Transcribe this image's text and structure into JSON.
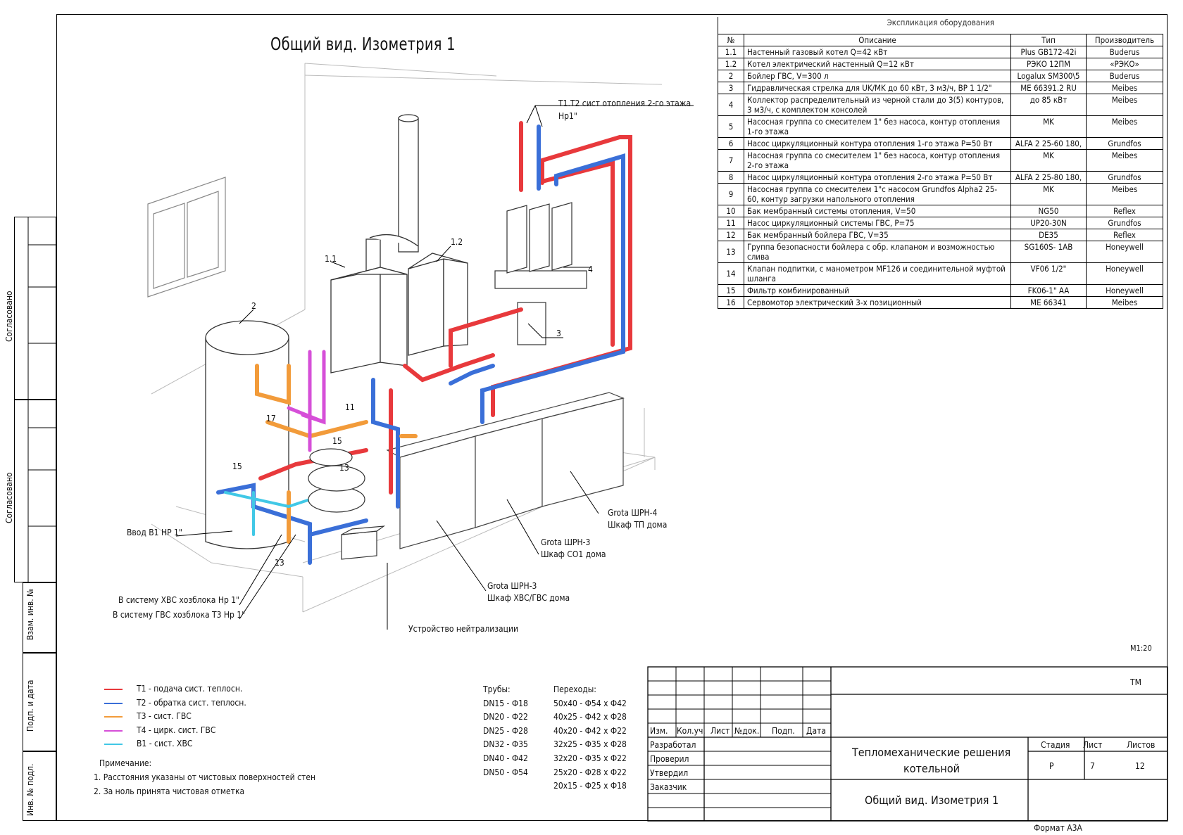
{
  "drawing": {
    "title": "Общий вид. Изометрия 1"
  },
  "equipment_table": {
    "caption": "Экспликация оборудования",
    "headers": {
      "num": "№",
      "description": "Описание",
      "type": "Тип",
      "manufacturer": "Производитель"
    },
    "rows": [
      {
        "num": "1.1",
        "desc": "Настенный газовый котел Q=42 кВт",
        "type": "Plus GB172-42i",
        "mfr": "Buderus"
      },
      {
        "num": "1.2",
        "desc": "Котел электрический настенный Q=12 кВт",
        "type": "РЭКО 12ПМ",
        "mfr": "«РЭКО»"
      },
      {
        "num": "2",
        "desc": "Бойлер ГВС, V=300 л",
        "type": "Logalux SM300\\5",
        "mfr": "Buderus"
      },
      {
        "num": "3",
        "desc": "Гидравлическая стрелка для UK/MK до 60 кВт, 3 м3/ч, ВР 1 1/2\"",
        "type": "ME 66391.2 RU",
        "mfr": "Meibes"
      },
      {
        "num": "4",
        "desc": "Коллектор распределительный из черной стали до 3(5) контуров, 3 м3/ч, с комплектом консолей",
        "type": "до 85 кВт",
        "mfr": "Meibes"
      },
      {
        "num": "5",
        "desc": "Насосная группа со смесителем 1\" без насоса, контур отопления 1-го этажа",
        "type": "MK",
        "mfr": "Meibes"
      },
      {
        "num": "6",
        "desc": "Насос циркуляционный контура отопления  1-го этажа  P=50 Вт",
        "type": "ALFA 2  25-60 180,",
        "mfr": "Grundfos"
      },
      {
        "num": "7",
        "desc": "Насосная группа со смесителем 1\" без насоса, контур отопления 2-го этажа",
        "type": "MK",
        "mfr": "Meibes"
      },
      {
        "num": "8",
        "desc": "Насос циркуляционный контура отопления  2-го этажа  P=50 Вт",
        "type": "ALFA 2 25-80 180,",
        "mfr": "Grundfos"
      },
      {
        "num": "9",
        "desc": "Насосная группа со смесителем 1\"с насосом Grundfos Alpha2 25-60, контур загрузки напольного отопления",
        "type": "MK",
        "mfr": "Meibes"
      },
      {
        "num": "10",
        "desc": "Бак мембранный системы отопления, V=50",
        "type": "NG50",
        "mfr": "Reflex"
      },
      {
        "num": "11",
        "desc": "Насос циркуляционный системы ГВС, P=75",
        "type": "UP20-30N",
        "mfr": "Grundfos"
      },
      {
        "num": "12",
        "desc": "Бак мембранный бойлера ГВС, V=35",
        "type": "DE35",
        "mfr": "Reflex"
      },
      {
        "num": "13",
        "desc": "Группа безопасности бойлера с обр. клапаном и возможностью слива",
        "type": "SG160S- 1AB",
        "mfr": "Honeywell"
      },
      {
        "num": "14",
        "desc": "Клапан подпитки, с манометром MF126 и соединительной муфтой шланга",
        "type": "VF06 1/2\"",
        "mfr": "Honeywell"
      },
      {
        "num": "15",
        "desc": "Фильтр комбинированный",
        "type": "FK06-1\" AA",
        "mfr": "Honeywell"
      },
      {
        "num": "16",
        "desc": "Сервомотор электрический 3-х позиционный",
        "type": "ME 66341",
        "mfr": "Meibes"
      }
    ]
  },
  "callouts": {
    "t1t2": "Т1.Т2 сист отопления 2-го этажа",
    "t1t2_size": "Нр1\"",
    "c11": "1.1",
    "c12": "1.2",
    "c2": "2",
    "c3": "3",
    "c4": "4",
    "c11b": "11",
    "c15": "15",
    "c15b": "15",
    "c17": "17",
    "c13": "13",
    "c13b": "13",
    "input_b1": "Ввод В1 НР 1\"",
    "hvs": "В систему ХВС хозблока Нр 1\"",
    "gvs": "В систему ГВС хозблока Т3 Нр 1\"",
    "neutral": "Устройство нейтрализации",
    "shrn4_a": "Grota ШРН-4",
    "shrn4_b": "Шкаф ТП дома",
    "shrn3a_a": "Grota ШРН-3",
    "shrn3a_b": "Шкаф СО1 дома",
    "shrn3b_a": "Grota ШРН-3",
    "shrn3b_b": "Шкаф ХВС/ГВС дома"
  },
  "legend": [
    {
      "color": "#e8393c",
      "text": "Т1 - подача сист. теплосн."
    },
    {
      "color": "#3a6fd8",
      "text": "Т2 - обратка сист. теплосн."
    },
    {
      "color": "#f29b3a",
      "text": "Т3 - сист. ГВС"
    },
    {
      "color": "#d64fd8",
      "text": "Т4 - цирк. сист. ГВС"
    },
    {
      "color": "#41c8e6",
      "text": "В1 - сист. ХВС"
    }
  ],
  "notes": {
    "header": "Примечание:",
    "items": [
      "1. Расстояния указаны от чистовых поверхностей стен",
      "2. За ноль принята чистовая отметка"
    ]
  },
  "pipes": {
    "header": "Трубы:",
    "items": [
      "DN15 - Ф18",
      "DN20 - Ф22",
      "DN25 - Ф28",
      "DN32 - Ф35",
      "DN40 - Ф42",
      "DN50 - Ф54"
    ]
  },
  "transitions": {
    "header": "Переходы:",
    "items": [
      "50х40 - Ф54 х Ф42",
      "40х25 - Ф42 х Ф28",
      "40х20 - Ф42 х Ф22",
      "32х25 - Ф35 х Ф28",
      "32х20 - Ф35 х Ф22",
      "25х20 - Ф28 х Ф22",
      "20х15 - Ф25 х Ф18"
    ]
  },
  "scale": "М1:20",
  "sidebar": {
    "agreed1": "Согласовано",
    "agreed2": "Согласовано",
    "inv_replace": "Взам. инв. №",
    "sign_date": "Подп. и дата",
    "inv_orig": "Инв. № подл."
  },
  "title_block": {
    "code": "ТМ",
    "col_headers": [
      "Изм.",
      "Кол.уч.",
      "Лист",
      "№док.",
      "Подп.",
      "Дата"
    ],
    "roles": [
      "Разработал",
      "Проверил",
      "Утвердил",
      "Заказчик"
    ],
    "project_title_1": "Тепломеханические решения",
    "project_title_2": "котельной",
    "stage_label": "Стадия",
    "sheet_label": "Лист",
    "sheets_label": "Листов",
    "stage": "Р",
    "sheet": "7",
    "sheets": "12",
    "sheet_title": "Общий вид. Изометрия 1",
    "format": "Формат А3А"
  }
}
